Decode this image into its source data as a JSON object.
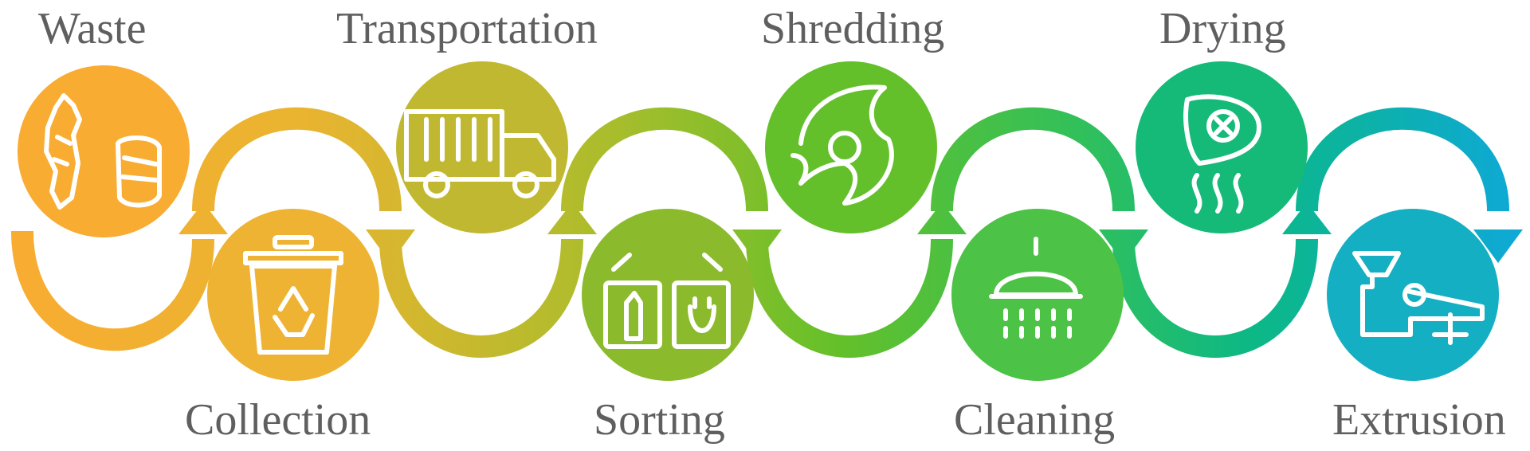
{
  "steps": [
    {
      "label": "Waste",
      "icon": "plastic-waste-icon",
      "color": "#F9AC32"
    },
    {
      "label": "Collection",
      "icon": "recycle-bin-icon",
      "color": "#EEB332"
    },
    {
      "label": "Transportation",
      "icon": "garbage-truck-icon",
      "color": "#C1B831"
    },
    {
      "label": "Sorting",
      "icon": "sorting-bins-icon",
      "color": "#8BBB2C"
    },
    {
      "label": "Shredding",
      "icon": "shredder-blade-icon",
      "color": "#63C02A"
    },
    {
      "label": "Cleaning",
      "icon": "shower-head-icon",
      "color": "#4CC246"
    },
    {
      "label": "Drying",
      "icon": "dryer-heat-icon",
      "color": "#15BA78"
    },
    {
      "label": "Extrusion",
      "icon": "extruder-machine-icon",
      "color": "#14AFC3"
    }
  ],
  "flow_direction": "left-to-right"
}
